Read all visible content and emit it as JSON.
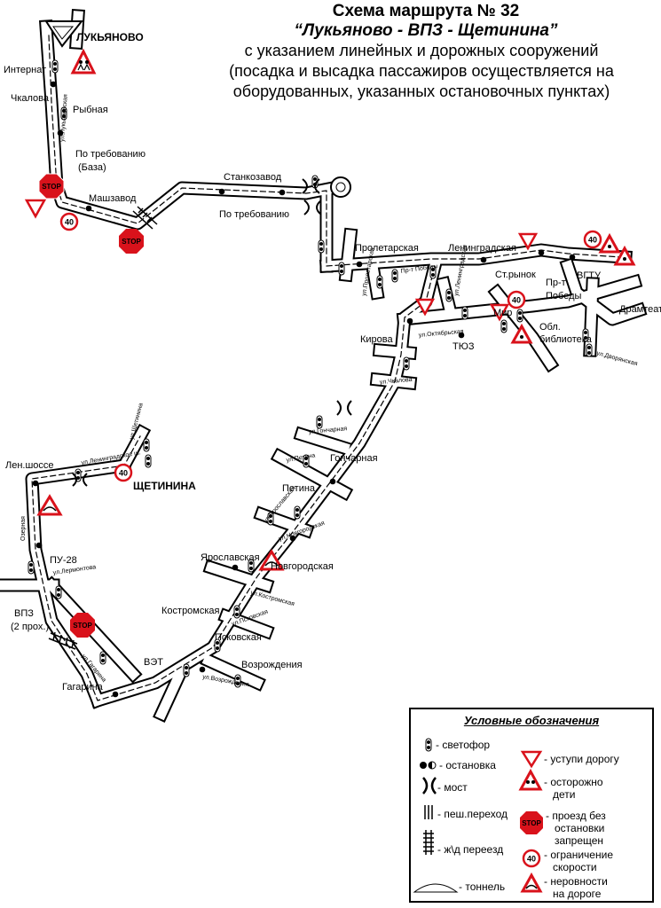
{
  "title": {
    "line1": "Схема маршрута № 32",
    "line2": "“Лукьяново - ВПЗ - Щетинина”",
    "line3": "с указанием линейных и дорожных сооружений",
    "line4": "(посадка и высадка пассажиров осуществляется на",
    "line5": "оборудованных, указанных остановочных пунктах)"
  },
  "terminals": {
    "start": "ЛУКЬЯНОВО",
    "end": "ЩЕТИНИНА"
  },
  "stops": {
    "internat": "Интернат",
    "chkalova": "Чкалова",
    "rybnaya": "Рыбная",
    "po_treb_baza_1": "По требованию",
    "po_treb_baza_2": "(База)",
    "mashzavod": "Машзавод",
    "stankozavod": "Станкозавод",
    "po_treb": "По требованию",
    "proletarskaya": "Пролетарская",
    "leningradskaya": "Ленинградская",
    "st_rynok": "Ст.рынок",
    "pr_pobedy_1": "Пр-т",
    "pr_pobedy_2": "Победы",
    "vgtu": "ВГТУ",
    "dramteatr": "Драмтеатр",
    "mir": "Мир",
    "obl_1": "Обл.",
    "obl_2": "библиотека",
    "kirova": "Кирова",
    "tyuz": "ТЮЗ",
    "goncharnaya": "Гончарная",
    "petina": "Петина",
    "yaroslavskaya": "Ярославская",
    "novgorodskaya": "Новгородская",
    "kostromskaya": "Костромская",
    "pskovskaya": "Псковская",
    "vozrozhdeniya": "Возрождения",
    "vet": "ВЭТ",
    "gagarina": "Гагарина",
    "vpz_1": "ВПЗ",
    "vpz_2": "(2 прох.)",
    "pu28": "ПУ-28",
    "len_shosse": "Лен.шоссе"
  },
  "streets": {
    "lukyanova": "ул.Лукьяновская",
    "pr_pobedy": "Пр-т Победы",
    "proletarskaya": "ул.Пролетарская",
    "leningradskaya": "ул.Ленинградская",
    "oktyabrskaya": "ул.Октябрьская",
    "chkalova": "ул.Чкалова",
    "goncharnaya": "ул.Гончарная",
    "petina": "ул.Петина",
    "yaroslavskaya": "ул.Ярославская",
    "novgorodskaya": "ул.Новгородская",
    "kostromskaya": "ул.Костромская",
    "pskovskaya": "ул.Псковская",
    "vozrozhdeniya": "ул.Возрождения",
    "lenshosse": "ул.Ленинградское ш.",
    "shchetinina": "ул.Щетинина",
    "ozernaya": "Озерная",
    "gagarina": "ул.Гагарина",
    "lermontova": "ул.Лермонтова",
    "dvoryanskaya": "ул.Дворянская"
  },
  "signs": {
    "stop_text": "STOP",
    "speed_text": "40"
  },
  "legend": {
    "heading": "Условные обозначения",
    "traffic_light": "- светофор",
    "stop": "- остановка",
    "bridge": "- мост",
    "crosswalk": "- пеш.переход",
    "railway": "- ж\\д переезд",
    "tunnel": "- тоннель",
    "yield_1": "- уступи дорогу",
    "children_1": "- осторожно",
    "children_2": "дети",
    "no_through_1": "- проезд без",
    "no_through_2": "остановки",
    "no_through_3": "запрещен",
    "speed_1": "- ограничение",
    "speed_2": "скорости",
    "bumps_1": "- неровности",
    "bumps_2": "на дороге",
    "stop_text": "STOP",
    "speed_text": "40"
  },
  "colors": {
    "road": "#ffffff",
    "road_edge": "#000000",
    "sign_red": "#d9121b",
    "sign_white": "#ffffff"
  }
}
